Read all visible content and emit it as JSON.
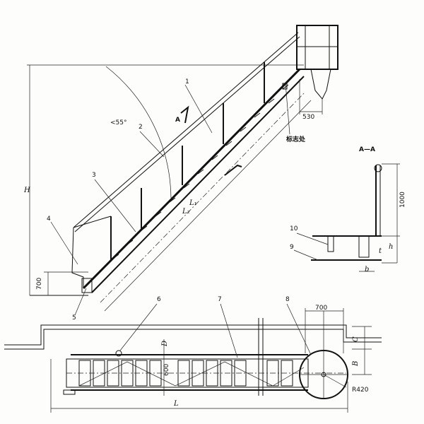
{
  "labels": {
    "part_1": "1",
    "part_2": "2",
    "part_3": "3",
    "part_4": "4",
    "part_5": "5",
    "part_6": "6",
    "part_7": "7",
    "part_8": "8",
    "part_9": "9",
    "part_10": "10"
  },
  "dimensions": {
    "height": "H",
    "angle": "<55°",
    "offset_530": "530",
    "base_700": "700",
    "length_l1": "L₁",
    "length_l2": "L₂",
    "plan_length": "L",
    "plan_width": "600",
    "plan_700": "700",
    "radius": "R420",
    "dim_d": "D",
    "dim_c": "C",
    "dim_b": "B",
    "handrail_1000": "1000",
    "dim_h": "h",
    "dim_t": "t",
    "dim_b_small": "b"
  },
  "annotations": {
    "section_view": "A—A",
    "section_arrow": "A",
    "mark_note": "标志处"
  }
}
